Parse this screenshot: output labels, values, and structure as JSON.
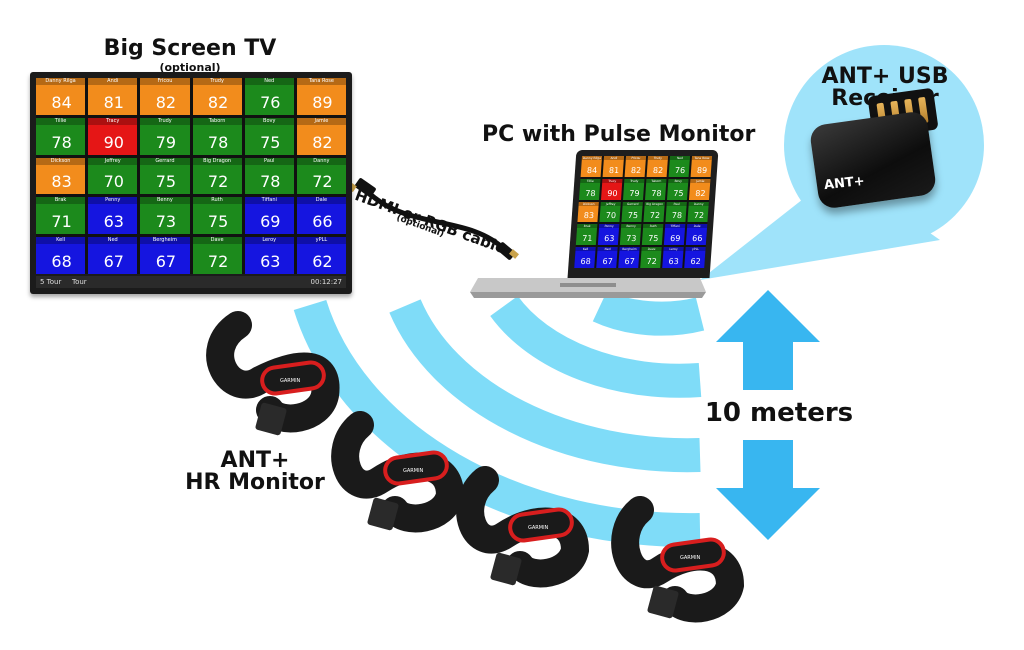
{
  "labels": {
    "tv_title": "Big Screen TV",
    "tv_optional": "(optional)",
    "pc_title": "PC with Pulse Monitor",
    "usb_line1": "ANT+ USB",
    "usb_line2": "Receiver",
    "cable_line1": "HDMI or RGB cable",
    "cable_optional": "(optional)",
    "hr_line1": "ANT+",
    "hr_line2": "HR Monitor",
    "distance": "10 meters"
  },
  "devices": {
    "usb_brand": "ANT+",
    "strap_brand": "GARMIN"
  },
  "tv_footer": {
    "left": "5 Tour",
    "mid": "Tour",
    "right": "00:12:27"
  },
  "colors": {
    "orange": "#f28c1c",
    "green": "#1c8a1c",
    "red": "#e51616",
    "blue": "#1515e0",
    "signal": "#7fdcf8",
    "arrow": "#38b6f0"
  },
  "tv_tiles": [
    {
      "name": "Danny Rilga",
      "bpm": "84",
      "color": "orange"
    },
    {
      "name": "Andi",
      "bpm": "81",
      "color": "orange"
    },
    {
      "name": "Fricou",
      "bpm": "82",
      "color": "orange"
    },
    {
      "name": "Trudy",
      "bpm": "82",
      "color": "orange"
    },
    {
      "name": "Ned",
      "bpm": "76",
      "color": "green"
    },
    {
      "name": "Tana Rose",
      "bpm": "89",
      "color": "orange"
    },
    {
      "name": "Tillie",
      "bpm": "78",
      "color": "green"
    },
    {
      "name": "Tracy",
      "bpm": "90",
      "color": "red"
    },
    {
      "name": "Trudy",
      "bpm": "79",
      "color": "green"
    },
    {
      "name": "Taborn",
      "bpm": "78",
      "color": "green"
    },
    {
      "name": "Bovy",
      "bpm": "75",
      "color": "green"
    },
    {
      "name": "Jamie",
      "bpm": "82",
      "color": "orange"
    },
    {
      "name": "Dickson",
      "bpm": "83",
      "color": "orange"
    },
    {
      "name": "Jeffrey",
      "bpm": "70",
      "color": "green"
    },
    {
      "name": "Gerrard",
      "bpm": "75",
      "color": "green"
    },
    {
      "name": "Big Dragon",
      "bpm": "72",
      "color": "green"
    },
    {
      "name": "Paul",
      "bpm": "78",
      "color": "green"
    },
    {
      "name": "Danny",
      "bpm": "72",
      "color": "green"
    },
    {
      "name": "Brak",
      "bpm": "71",
      "color": "green"
    },
    {
      "name": "Penny",
      "bpm": "63",
      "color": "blue"
    },
    {
      "name": "Benny",
      "bpm": "73",
      "color": "green"
    },
    {
      "name": "Ruth",
      "bpm": "75",
      "color": "green"
    },
    {
      "name": "Tiffani",
      "bpm": "69",
      "color": "blue"
    },
    {
      "name": "Dale",
      "bpm": "66",
      "color": "blue"
    },
    {
      "name": "Kell",
      "bpm": "68",
      "color": "blue"
    },
    {
      "name": "Ned",
      "bpm": "67",
      "color": "blue"
    },
    {
      "name": "Bergheim",
      "bpm": "67",
      "color": "blue"
    },
    {
      "name": "Dave",
      "bpm": "72",
      "color": "green"
    },
    {
      "name": "Leroy",
      "bpm": "63",
      "color": "blue"
    },
    {
      "name": "yPLL",
      "bpm": "62",
      "color": "blue"
    }
  ]
}
